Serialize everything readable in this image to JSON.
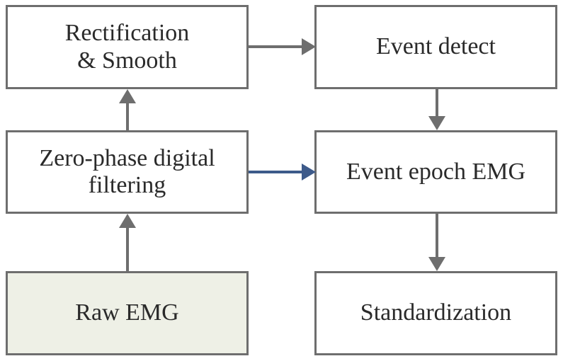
{
  "nodes": {
    "rectification": {
      "label": "Rectification\n& Smooth"
    },
    "zero_phase": {
      "label": "Zero-phase digital\nfiltering"
    },
    "raw_emg": {
      "label": "Raw EMG",
      "fill": "#eef0e6"
    },
    "event_detect": {
      "label": "Event detect"
    },
    "event_epoch": {
      "label": "Event epoch EMG"
    },
    "standardization": {
      "label": "Standardization"
    }
  },
  "edges": [
    {
      "from": "raw_emg",
      "to": "zero_phase",
      "color": "#6e6e6e"
    },
    {
      "from": "zero_phase",
      "to": "rectification",
      "color": "#6e6e6e"
    },
    {
      "from": "rectification",
      "to": "event_detect",
      "color": "#6e6e6e"
    },
    {
      "from": "event_detect",
      "to": "event_epoch",
      "color": "#6e6e6e"
    },
    {
      "from": "zero_phase",
      "to": "event_epoch",
      "color": "#3d5a8a"
    },
    {
      "from": "event_epoch",
      "to": "standardization",
      "color": "#6e6e6e"
    }
  ],
  "colors": {
    "box_border": "#6e6e6e",
    "text": "#2a2a2a",
    "accent_arrow": "#3d5a8a"
  }
}
